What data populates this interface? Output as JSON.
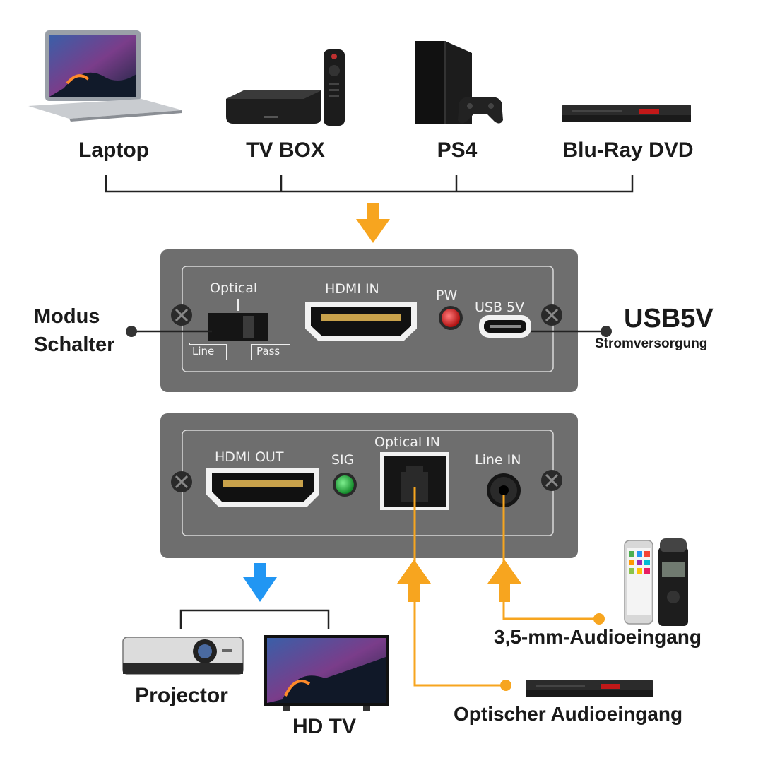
{
  "sources": [
    {
      "id": "laptop",
      "label": "Laptop"
    },
    {
      "id": "tvbox",
      "label": "TV BOX"
    },
    {
      "id": "ps4",
      "label": "PS4"
    },
    {
      "id": "bluray",
      "label": "Blu-Ray DVD"
    }
  ],
  "front_panel": {
    "switch_top": "Optical",
    "switch_left": "Line",
    "switch_right": "Pass",
    "hdmi_in": "HDMI IN",
    "pw": "PW",
    "usb": "USB 5V"
  },
  "back_panel": {
    "hdmi_out": "HDMI OUT",
    "sig": "SIG",
    "optical_in": "Optical IN",
    "line_in": "Line IN"
  },
  "callouts": {
    "mode_switch_line1": "Modus",
    "mode_switch_line2": "Schalter",
    "usb_title": "USB5V",
    "usb_sub": "Stromversorgung",
    "audio_35": "3,5-mm-Audioeingang",
    "optical_audio": "Optischer Audioeingang"
  },
  "outputs": [
    {
      "id": "projector",
      "label": "Projector"
    },
    {
      "id": "hdtv",
      "label": "HD TV"
    }
  ],
  "colors": {
    "panel": "#6e6e6e",
    "panel_border": "#d8d8d8",
    "orange": "#f7a51f",
    "blue": "#2196f3",
    "led_red": "#c81818",
    "led_green": "#1fae3a"
  }
}
